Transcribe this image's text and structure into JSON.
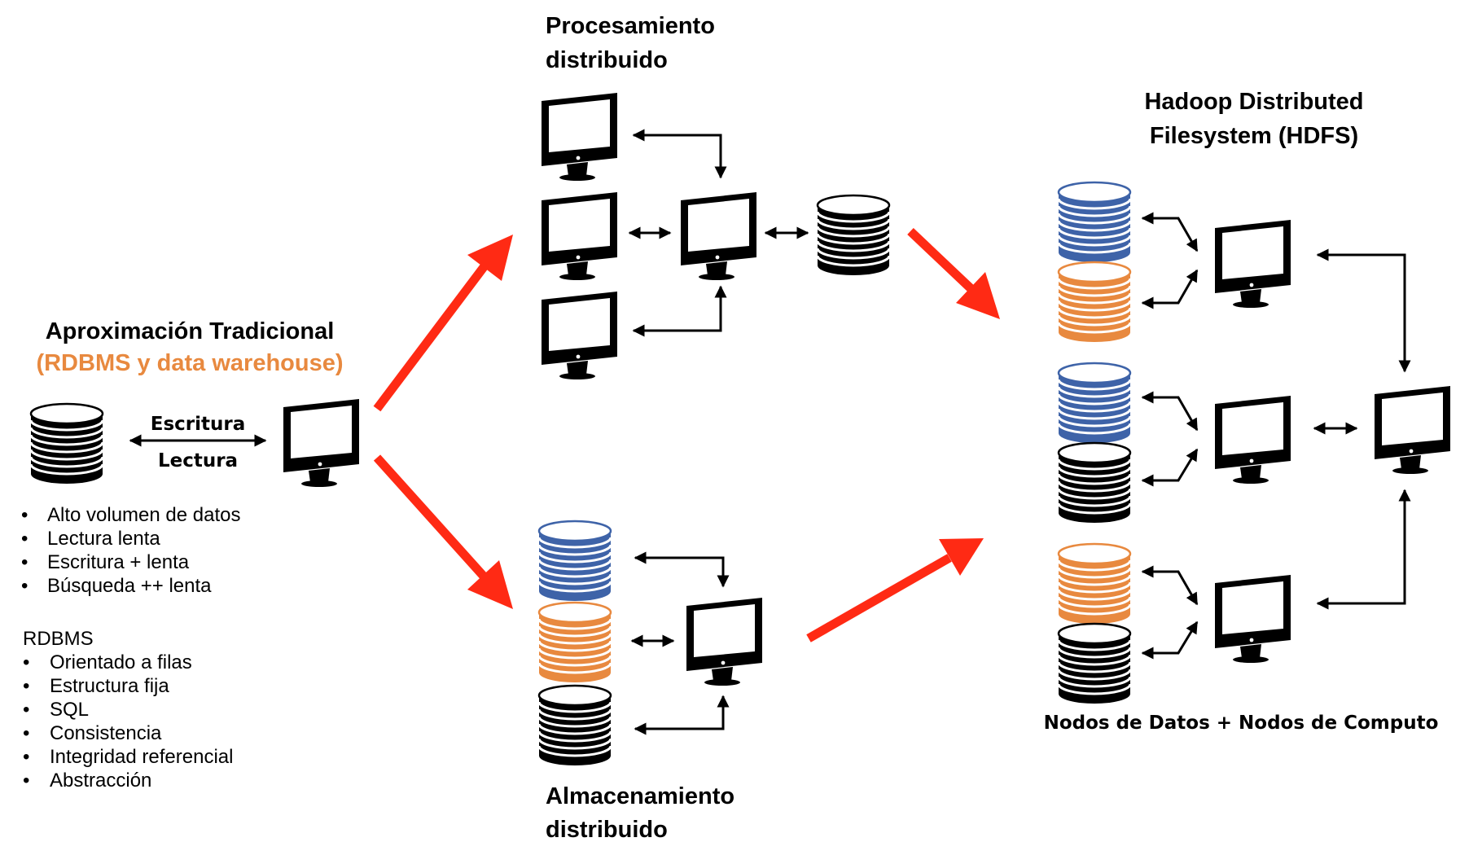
{
  "traditional": {
    "title": "Aproximación Tradicional",
    "subtitle": "(RDBMS y data warehouse)",
    "write_label": "Escritura",
    "read_label": "Lectura",
    "bullets": [
      "Alto volumen de datos",
      "Lectura lenta",
      "Escritura + lenta",
      "Búsqueda ++ lenta"
    ],
    "rdbms_heading": "RDBMS",
    "rdbms_bullets": [
      "Orientado a filas",
      "Estructura fija",
      "SQL",
      "Consistencia",
      "Integridad referencial",
      "Abstracción"
    ]
  },
  "processing": {
    "title_line1": "Procesamiento",
    "title_line2": "distribuido"
  },
  "storage": {
    "title_line1": "Almacenamiento",
    "title_line2": "distribuido"
  },
  "hdfs": {
    "title_line1": "Hadoop Distributed",
    "title_line2": "Filesystem (HDFS)",
    "caption": "Nodos de Datos + Nodos de Computo"
  },
  "colors": {
    "accent_orange": "#E8893F",
    "db_blue": "#3E63A8",
    "db_orange": "#E8893F",
    "db_black": "#000000",
    "flow_arrow": "#FF2A14"
  },
  "icons": [
    "database-icon",
    "monitor-icon",
    "double-arrow-icon",
    "elbow-arrow-icon",
    "flow-arrow-icon"
  ]
}
